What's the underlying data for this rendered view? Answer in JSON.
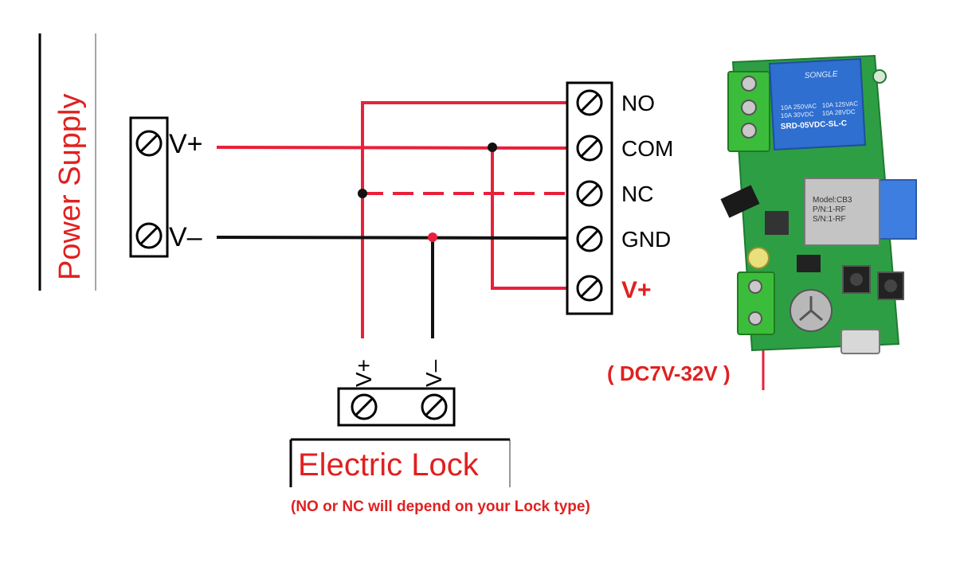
{
  "diagram": {
    "power_supply": {
      "title": "Power Supply",
      "terminals": [
        "V+",
        "V–"
      ]
    },
    "relay_block": {
      "terminals": [
        "NO",
        "COM",
        "NC",
        "GND",
        "V+"
      ]
    },
    "lock": {
      "title": "Electric Lock",
      "terminals": [
        "V+",
        "V–"
      ]
    },
    "note": "(NO or NC will depend on your Lock type)",
    "voltage": "( DC7V-32V )",
    "module": {
      "relay_brand": "SONGLE",
      "relay_model": "SRD-05VDC-SL-C",
      "relay_specs": [
        "10A 250VAC",
        "10A 125VAC",
        "10A 30VDC",
        "10A 28VDC"
      ],
      "chip_lines": [
        "Model:CB3",
        "P/N:1-RF",
        "S/N:1-RF"
      ]
    },
    "colors": {
      "wire_positive": "#e8203a",
      "wire_negative": "#111111",
      "label_red": "#e02020",
      "pcb_green": "#2e9e45",
      "relay_blue": "#2f6fd0",
      "terminal_green": "#3bbd3b"
    }
  }
}
